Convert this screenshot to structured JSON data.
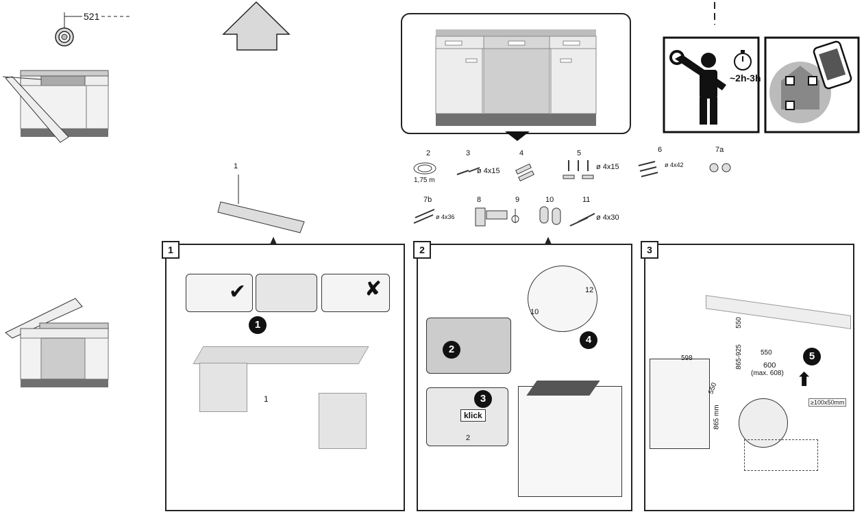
{
  "top_left": {
    "dimension": "521"
  },
  "panels": [
    {
      "number": "1",
      "step": "1",
      "callout": "1",
      "part_callout": "1"
    },
    {
      "number": "2",
      "steps": [
        "2",
        "3",
        "4"
      ],
      "klick": "klick",
      "callouts": [
        "10",
        "12",
        "2"
      ]
    },
    {
      "number": "3",
      "step": "5",
      "dims": {
        "d550a": "550",
        "d600": "600",
        "d600max": "(max. 608)",
        "d865": "865-925",
        "d550b": "550",
        "d598": "598",
        "d865mm": "865 mm",
        "d550c": "550",
        "cutout": "≥100x50mm"
      }
    }
  ],
  "time_label": "~2h-3h",
  "parts": [
    {
      "id": "2",
      "spec": "1,75 m"
    },
    {
      "id": "3",
      "spec": "ø 4x15"
    },
    {
      "id": "4",
      "spec": ""
    },
    {
      "id": "5",
      "spec": "ø 4x15"
    },
    {
      "id": "6",
      "spec": "ø 4x42"
    },
    {
      "id": "7a",
      "spec": ""
    },
    {
      "id": "7b",
      "spec": "ø 4x36"
    },
    {
      "id": "8",
      "spec": ""
    },
    {
      "id": "9",
      "spec": ""
    },
    {
      "id": "10",
      "spec": ""
    },
    {
      "id": "11",
      "spec": "ø 4x30"
    }
  ],
  "colors": {
    "line": "#222222",
    "cabinet": "#e6e6e6",
    "counter": "#cccccc",
    "base": "#707070",
    "black": "#111111"
  }
}
